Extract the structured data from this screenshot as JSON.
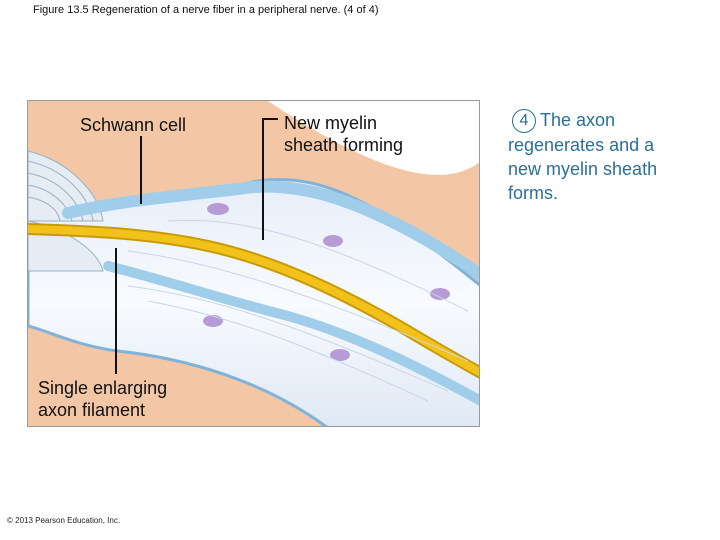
{
  "figure_title": "Figure 13.5 Regeneration of a nerve fiber in a peripheral nerve. (4 of 4)",
  "labels": {
    "schwann_cell": "Schwann cell",
    "new_myelin_line1": "New myelin",
    "new_myelin_line2": "sheath forming",
    "single_line1": "Single enlarging",
    "single_line2": "axon filament"
  },
  "step": {
    "number": "4",
    "line1": "The axon",
    "line2": "regenerates and a",
    "line3": "new myelin sheath",
    "line4": "forms."
  },
  "copyright": "© 2013 Pearson Education, Inc.",
  "colors": {
    "tissue": "#f3c7a6",
    "schwann": "#9fcdea",
    "axon": "#f2c21b",
    "nucleus": "#b79bd6",
    "step_text": "#2a6f97"
  }
}
